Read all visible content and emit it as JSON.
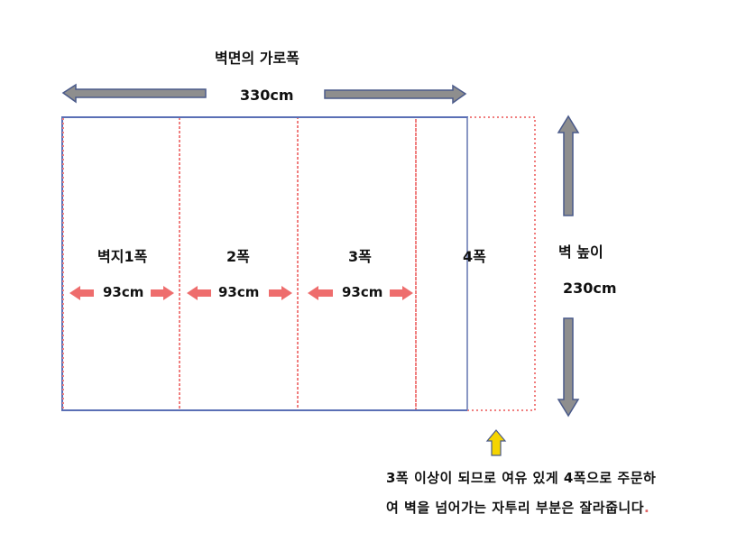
{
  "wall_width": {
    "title": "벽면의 가로폭",
    "value": "330cm"
  },
  "wall_height": {
    "label": "벽 높이",
    "value": "230cm"
  },
  "panels": [
    {
      "label": "벽지1폭",
      "width": "93cm"
    },
    {
      "label": "2폭",
      "width": "93cm"
    },
    {
      "label": "3폭",
      "width": "93cm"
    },
    {
      "label": "4폭"
    }
  ],
  "note": {
    "line1": "3폭 이상이 되므로 여유 있게 4폭으로 주문하",
    "line2": "여 벽을 넘어가는 자투리 부분은 잘라줍니다",
    "line2_end": "."
  },
  "colors": {
    "wall_border": "#5a6fb5",
    "panel_dotted": "#f07f7f",
    "arrow_gray": "#8e8e8e",
    "arrow_outline": "#4a5a8a",
    "arrow_red": "#ee6d6d",
    "arrow_yellow": "#f5d400"
  }
}
